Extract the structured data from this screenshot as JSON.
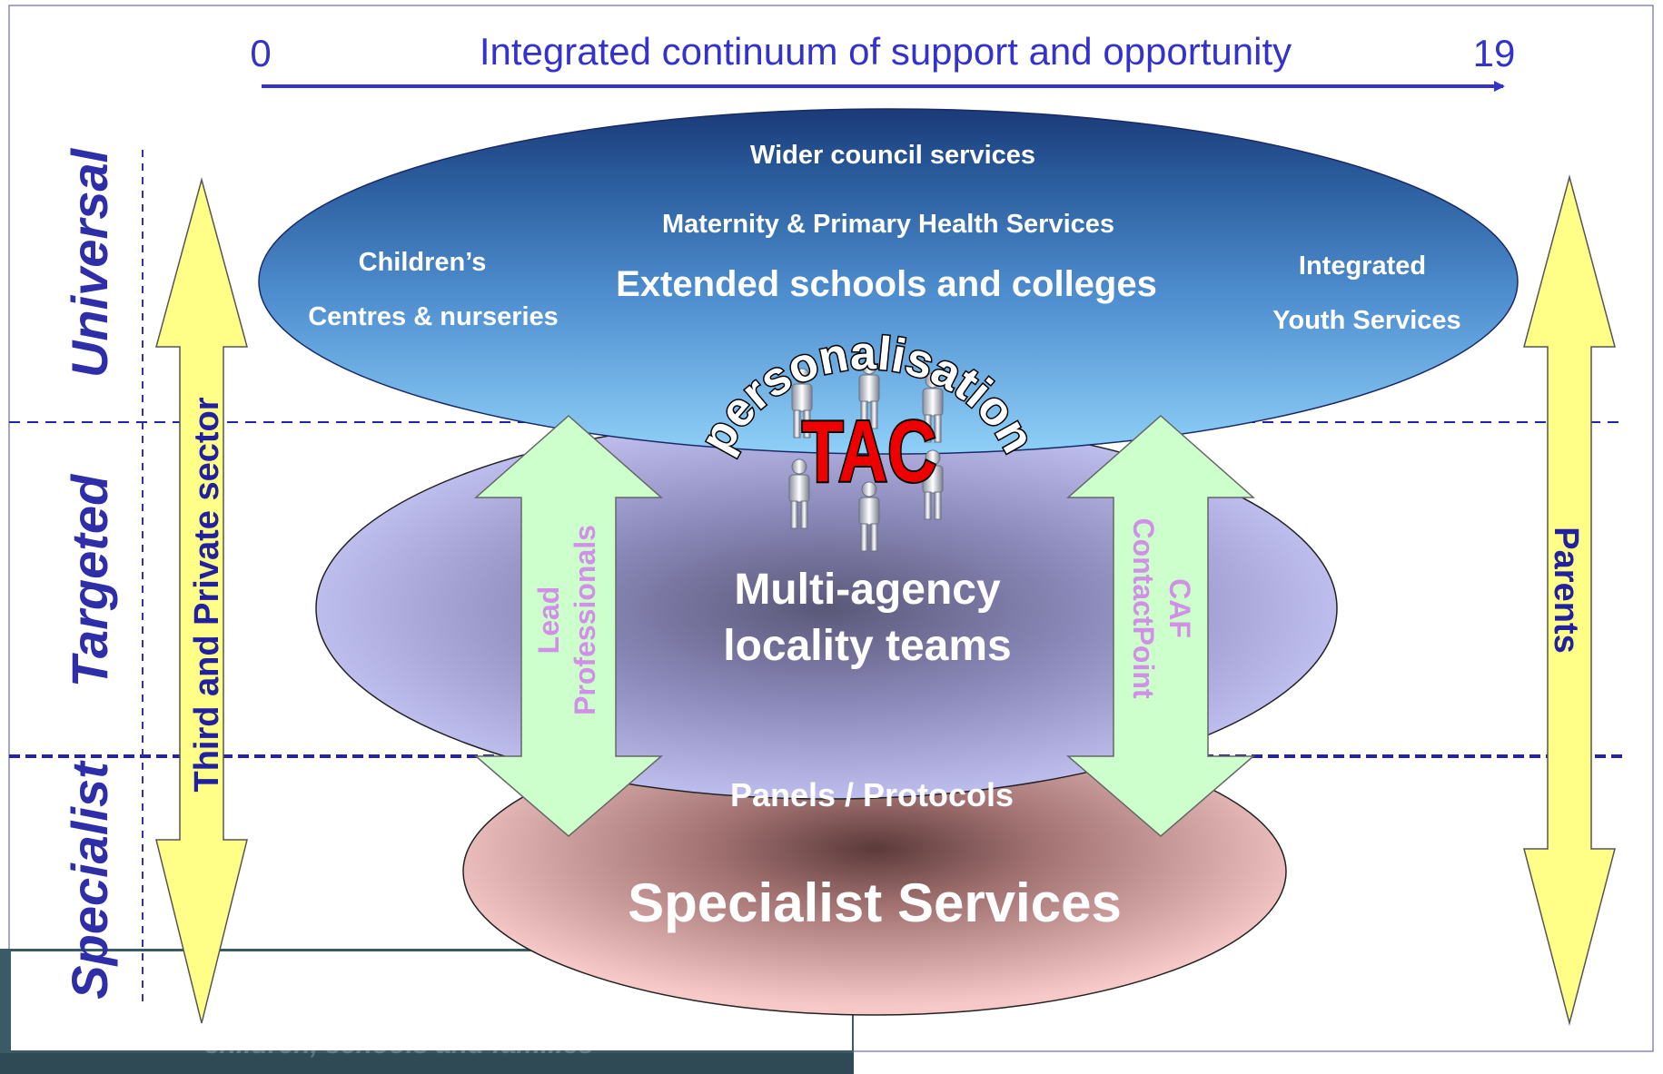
{
  "continuum": {
    "start_label": "0",
    "title": "Integrated continuum of support and opportunity",
    "end_label": "19"
  },
  "tiers": {
    "universal": "Universal",
    "targeted": "Targeted",
    "specialist": "Specialist"
  },
  "side_arrows": {
    "left": "Third and Private sector",
    "right": "Parents"
  },
  "universal_ellipse": {
    "top_band": "Wider council services",
    "maternity": "Maternity & Primary Health Services",
    "schools": "Extended schools and colleges",
    "children_line1": "Children’s",
    "children_line2": "Centres & nurseries",
    "youth_line1": "Integrated",
    "youth_line2": "Youth Services"
  },
  "center": {
    "personalisation": "personalisation",
    "tac": "TAC"
  },
  "targeted_ellipse": {
    "line1": "Multi-agency",
    "line2": "locality teams"
  },
  "inner_arrows": {
    "left_line1": "Lead",
    "left_line2": "Professionals",
    "right_line1": "CAF",
    "right_line2": "ContactPoint"
  },
  "specialist_ellipse": {
    "panels": "Panels / Protocols",
    "title": "Specialist Services"
  },
  "footer": {
    "obscured_text": "children, schools and families"
  },
  "colors": {
    "tier_label": "#2e2ea8",
    "axis": "#3333cc",
    "yellow_arrow": "#ffff88",
    "green_arrow": "#ccffcc",
    "inner_arrow_text": "#d28fe8",
    "footer_band": "#3a5a66"
  }
}
